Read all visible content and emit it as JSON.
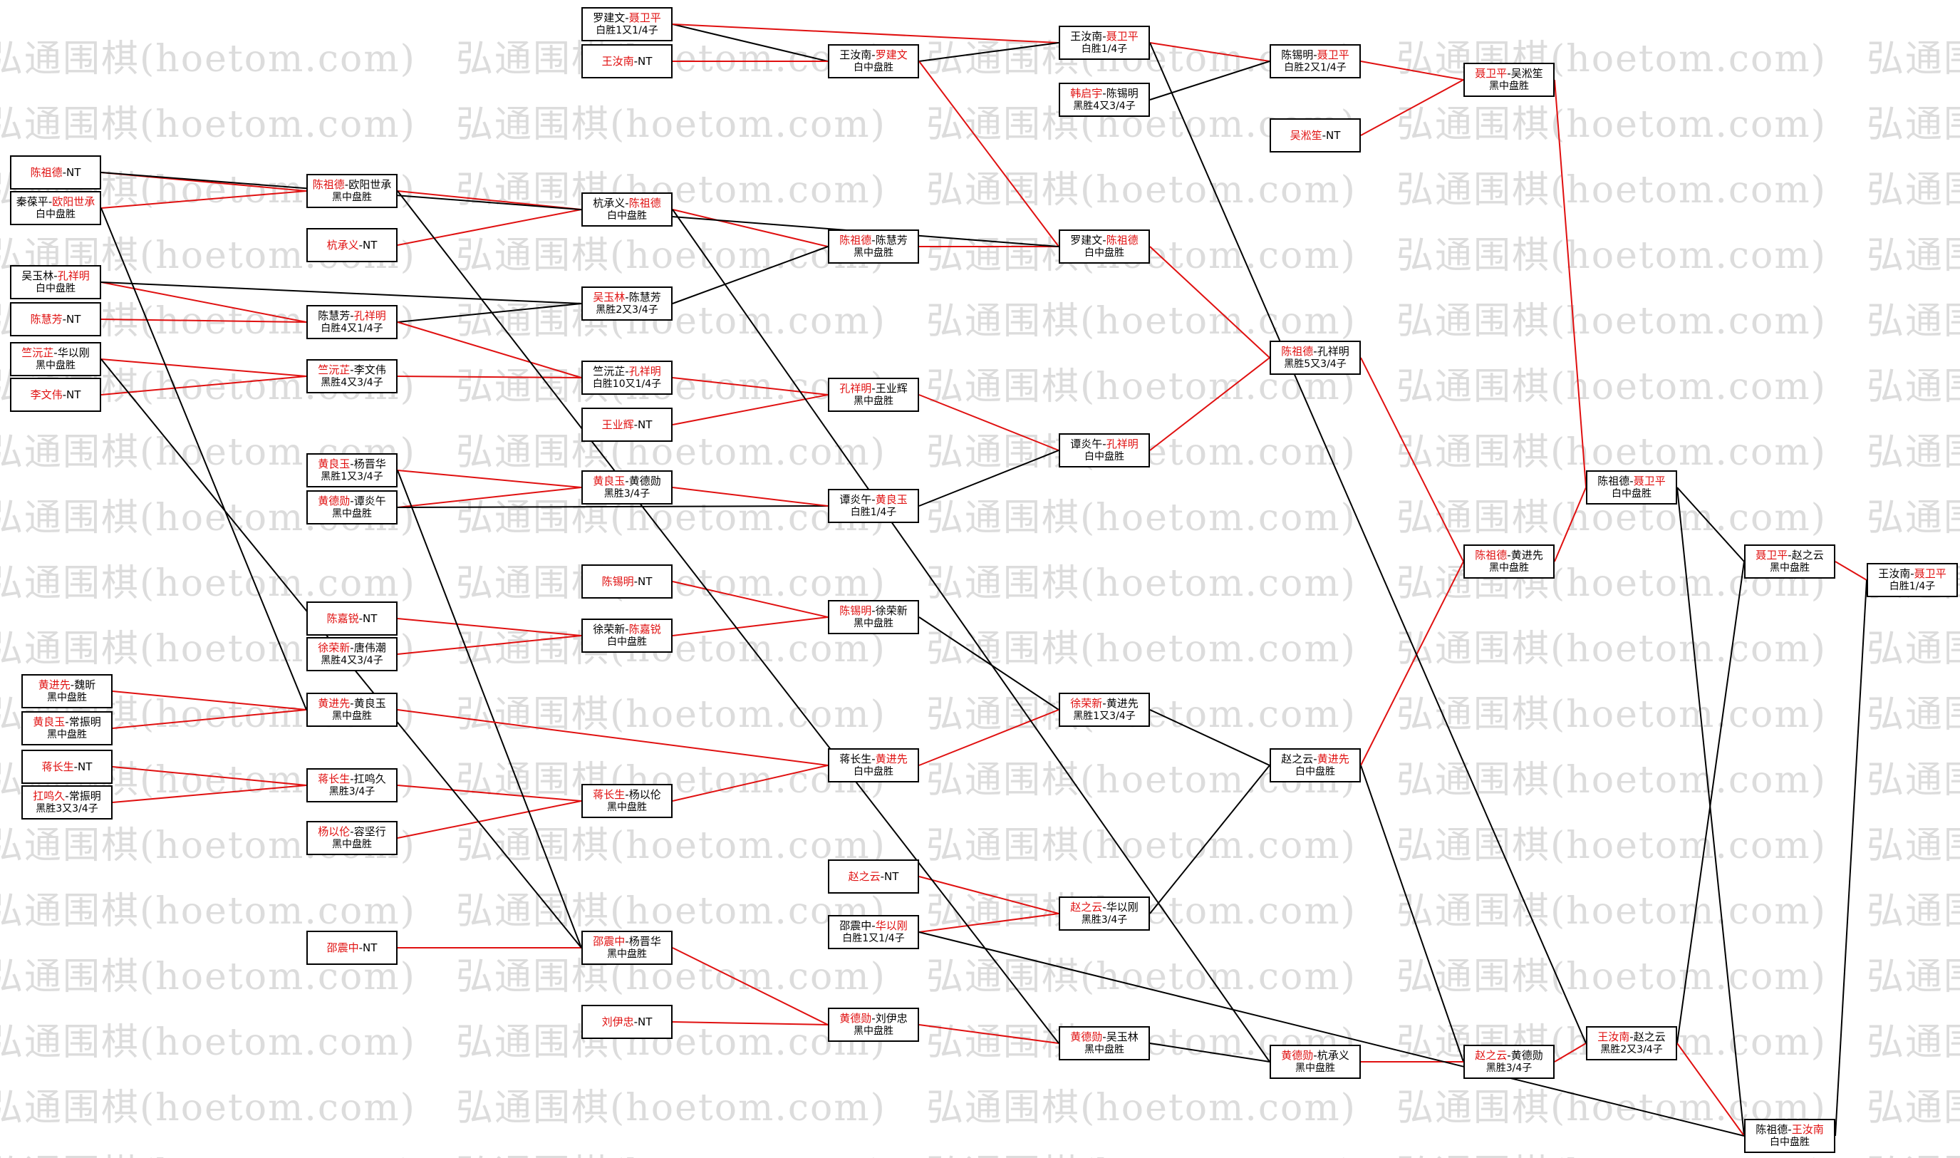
{
  "watermark": "弘通围棋(hoetom.com)",
  "colors": {
    "win_line": "#e01010",
    "loss_line": "#000000",
    "winner_name": "#e01010",
    "loser_name": "#000000"
  },
  "nodes": [
    {
      "id": "r1_01",
      "p1": "陈祖德",
      "p2": "NT",
      "winner": 1,
      "result": ""
    },
    {
      "id": "r1_02",
      "p1": "秦葆平",
      "p2": "欧阳世承",
      "winner": 2,
      "result": "白中盘胜"
    },
    {
      "id": "r1_03",
      "p1": "吴玉林",
      "p2": "孔祥明",
      "winner": 2,
      "result": "白中盘胜"
    },
    {
      "id": "r1_04",
      "p1": "陈慧芳",
      "p2": "NT",
      "winner": 1,
      "result": ""
    },
    {
      "id": "r1_05",
      "p1": "竺沅芷",
      "p2": "华以刚",
      "winner": 1,
      "result": "黑中盘胜"
    },
    {
      "id": "r1_06",
      "p1": "李文伟",
      "p2": "NT",
      "winner": 1,
      "result": ""
    },
    {
      "id": "r1_07",
      "p1": "黄进先",
      "p2": "魏昕",
      "winner": 1,
      "result": "黑中盘胜"
    },
    {
      "id": "r1_08",
      "p1": "黄良玉",
      "p2": "常振明",
      "winner": 1,
      "result": "黑中盘胜"
    },
    {
      "id": "r1_09",
      "p1": "蒋长生",
      "p2": "NT",
      "winner": 1,
      "result": ""
    },
    {
      "id": "r1_10",
      "p1": "扛鸣久",
      "p2": "常振明",
      "winner": 1,
      "result": "黑胜3又3/4子"
    },
    {
      "id": "r2_01",
      "p1": "陈祖德",
      "p2": "欧阳世承",
      "winner": 1,
      "result": "黑中盘胜"
    },
    {
      "id": "r2_02",
      "p1": "杭承义",
      "p2": "NT",
      "winner": 1,
      "result": ""
    },
    {
      "id": "r2_03",
      "p1": "陈慧芳",
      "p2": "孔祥明",
      "winner": 2,
      "result": "白胜4又1/4子"
    },
    {
      "id": "r2_04",
      "p1": "竺沅芷",
      "p2": "李文伟",
      "winner": 1,
      "result": "黑胜4又3/4子"
    },
    {
      "id": "r2_05",
      "p1": "黄良玉",
      "p2": "杨晋华",
      "winner": 1,
      "result": "黑胜1又3/4子"
    },
    {
      "id": "r2_06",
      "p1": "黄德勋",
      "p2": "谭炎午",
      "winner": 1,
      "result": "黑中盘胜"
    },
    {
      "id": "r2_07",
      "p1": "陈嘉锐",
      "p2": "NT",
      "winner": 1,
      "result": ""
    },
    {
      "id": "r2_08",
      "p1": "徐荣新",
      "p2": "唐伟潮",
      "winner": 1,
      "result": "黑胜4又3/4子"
    },
    {
      "id": "r2_09",
      "p1": "黄进先",
      "p2": "黄良玉",
      "winner": 1,
      "result": "黑中盘胜"
    },
    {
      "id": "r2_10",
      "p1": "蒋长生",
      "p2": "扛鸣久",
      "winner": 1,
      "result": "黑胜3/4子"
    },
    {
      "id": "r2_11",
      "p1": "杨以伦",
      "p2": "容坚行",
      "winner": 1,
      "result": "黑中盘胜"
    },
    {
      "id": "r2_12",
      "p1": "邵震中",
      "p2": "NT",
      "winner": 1,
      "result": ""
    },
    {
      "id": "r3_01",
      "p1": "罗建文",
      "p2": "聂卫平",
      "winner": 2,
      "result": "白胜1又1/4子"
    },
    {
      "id": "r3_02",
      "p1": "王汝南",
      "p2": "NT",
      "winner": 1,
      "result": ""
    },
    {
      "id": "r3_03",
      "p1": "杭承义",
      "p2": "陈祖德",
      "winner": 2,
      "result": "白中盘胜"
    },
    {
      "id": "r3_04",
      "p1": "吴玉林",
      "p2": "陈慧芳",
      "winner": 1,
      "result": "黑胜2又3/4子"
    },
    {
      "id": "r3_05",
      "p1": "竺沅芷",
      "p2": "孔祥明",
      "winner": 2,
      "result": "白胜10又1/4子"
    },
    {
      "id": "r3_06",
      "p1": "王业辉",
      "p2": "NT",
      "winner": 1,
      "result": ""
    },
    {
      "id": "r3_07",
      "p1": "黄良玉",
      "p2": "黄德勋",
      "winner": 1,
      "result": "黑胜3/4子"
    },
    {
      "id": "r3_08",
      "p1": "陈锡明",
      "p2": "NT",
      "winner": 1,
      "result": ""
    },
    {
      "id": "r3_09",
      "p1": "徐荣新",
      "p2": "陈嘉锐",
      "winner": 2,
      "result": "白中盘胜"
    },
    {
      "id": "r3_10",
      "p1": "蒋长生",
      "p2": "杨以伦",
      "winner": 1,
      "result": "黑中盘胜"
    },
    {
      "id": "r3_11",
      "p1": "邵震中",
      "p2": "杨晋华",
      "winner": 1,
      "result": "黑中盘胜"
    },
    {
      "id": "r3_12",
      "p1": "刘伊忠",
      "p2": "NT",
      "winner": 1,
      "result": ""
    },
    {
      "id": "r4_01",
      "p1": "王汝南",
      "p2": "罗建文",
      "winner": 2,
      "result": "白中盘胜"
    },
    {
      "id": "r4_02",
      "p1": "陈祖德",
      "p2": "陈慧芳",
      "winner": 1,
      "result": "黑中盘胜"
    },
    {
      "id": "r4_03",
      "p1": "孔祥明",
      "p2": "王业辉",
      "winner": 1,
      "result": "黑中盘胜"
    },
    {
      "id": "r4_04",
      "p1": "谭炎午",
      "p2": "黄良玉",
      "winner": 2,
      "result": "白胜1/4子"
    },
    {
      "id": "r4_05",
      "p1": "陈锡明",
      "p2": "徐荣新",
      "winner": 1,
      "result": "黑中盘胜"
    },
    {
      "id": "r4_06",
      "p1": "蒋长生",
      "p2": "黄进先",
      "winner": 2,
      "result": "白中盘胜"
    },
    {
      "id": "r4_07",
      "p1": "赵之云",
      "p2": "NT",
      "winner": 1,
      "result": ""
    },
    {
      "id": "r4_08",
      "p1": "邵震中",
      "p2": "华以刚",
      "winner": 2,
      "result": "白胜1又1/4子"
    },
    {
      "id": "r4_09",
      "p1": "黄德勋",
      "p2": "刘伊忠",
      "winner": 1,
      "result": "黑中盘胜"
    },
    {
      "id": "r5_01",
      "p1": "王汝南",
      "p2": "聂卫平",
      "winner": 2,
      "result": "白胜1/4子"
    },
    {
      "id": "r5_02",
      "p1": "韩启宇",
      "p2": "陈锡明",
      "winner": 1,
      "result": "黑胜4又3/4子"
    },
    {
      "id": "r5_03",
      "p1": "罗建文",
      "p2": "陈祖德",
      "winner": 2,
      "result": "白中盘胜"
    },
    {
      "id": "r5_04",
      "p1": "谭炎午",
      "p2": "孔祥明",
      "winner": 2,
      "result": "白中盘胜"
    },
    {
      "id": "r5_05",
      "p1": "徐荣新",
      "p2": "黄进先",
      "winner": 1,
      "result": "黑胜1又3/4子"
    },
    {
      "id": "r5_06",
      "p1": "赵之云",
      "p2": "华以刚",
      "winner": 1,
      "result": "黑胜3/4子"
    },
    {
      "id": "r5_07",
      "p1": "黄德勋",
      "p2": "吴玉林",
      "winner": 1,
      "result": "黑中盘胜"
    },
    {
      "id": "r6_01",
      "p1": "陈锡明",
      "p2": "聂卫平",
      "winner": 2,
      "result": "白胜2又1/4子"
    },
    {
      "id": "r6_02",
      "p1": "吴淞笙",
      "p2": "NT",
      "winner": 1,
      "result": ""
    },
    {
      "id": "r6_03",
      "p1": "陈祖德",
      "p2": "孔祥明",
      "winner": 1,
      "result": "黑胜5又3/4子"
    },
    {
      "id": "r6_04",
      "p1": "赵之云",
      "p2": "黄进先",
      "winner": 2,
      "result": "白中盘胜"
    },
    {
      "id": "r6_05",
      "p1": "黄德勋",
      "p2": "杭承义",
      "winner": 1,
      "result": "黑中盘胜"
    },
    {
      "id": "r7_01",
      "p1": "聂卫平",
      "p2": "吴淞笙",
      "winner": 1,
      "result": "黑中盘胜"
    },
    {
      "id": "r7_02",
      "p1": "陈祖德",
      "p2": "黄进先",
      "winner": 1,
      "result": "黑中盘胜"
    },
    {
      "id": "r7_03",
      "p1": "赵之云",
      "p2": "黄德勋",
      "winner": 1,
      "result": "黑胜3/4子"
    },
    {
      "id": "r8_01",
      "p1": "陈祖德",
      "p2": "聂卫平",
      "winner": 2,
      "result": "白中盘胜"
    },
    {
      "id": "r8_02",
      "p1": "王汝南",
      "p2": "赵之云",
      "winner": 1,
      "result": "黑胜2又3/4子"
    },
    {
      "id": "r9_01",
      "p1": "聂卫平",
      "p2": "赵之云",
      "winner": 1,
      "result": "黑中盘胜"
    },
    {
      "id": "r9_02",
      "p1": "陈祖德",
      "p2": "王汝南",
      "winner": 2,
      "result": "白中盘胜"
    },
    {
      "id": "r10_01",
      "p1": "王汝南",
      "p2": "聂卫平",
      "winner": 2,
      "result": "白胜1/4子"
    }
  ],
  "edges": [
    [
      "r1_01",
      "r2_01",
      "win"
    ],
    [
      "r1_02",
      "r2_01",
      "win"
    ],
    [
      "r1_03",
      "r2_03",
      "win"
    ],
    [
      "r1_04",
      "r2_03",
      "win"
    ],
    [
      "r1_05",
      "r2_04",
      "win"
    ],
    [
      "r1_06",
      "r2_04",
      "win"
    ],
    [
      "r1_07",
      "r2_09",
      "win"
    ],
    [
      "r1_08",
      "r2_09",
      "win"
    ],
    [
      "r1_09",
      "r2_10",
      "win"
    ],
    [
      "r1_10",
      "r2_10",
      "win"
    ],
    [
      "r2_01",
      "r3_03",
      "win"
    ],
    [
      "r2_02",
      "r3_03",
      "win"
    ],
    [
      "r2_03",
      "r3_04",
      "loss"
    ],
    [
      "r2_03",
      "r3_05",
      "win"
    ],
    [
      "r1_03",
      "r3_04",
      "loss"
    ],
    [
      "r2_04",
      "r3_05",
      "win"
    ],
    [
      "r2_05",
      "r3_07",
      "win"
    ],
    [
      "r2_06",
      "r3_07",
      "win"
    ],
    [
      "r2_06",
      "r4_04",
      "loss"
    ],
    [
      "r2_07",
      "r3_09",
      "win"
    ],
    [
      "r2_08",
      "r3_09",
      "win"
    ],
    [
      "r2_10",
      "r3_10",
      "win"
    ],
    [
      "r2_11",
      "r3_10",
      "win"
    ],
    [
      "r2_12",
      "r3_11",
      "win"
    ],
    [
      "r2_05",
      "r3_11",
      "loss"
    ],
    [
      "r3_01",
      "r4_01",
      "loss"
    ],
    [
      "r3_02",
      "r4_01",
      "win"
    ],
    [
      "r3_01",
      "r5_01",
      "win"
    ],
    [
      "r3_03",
      "r4_02",
      "win"
    ],
    [
      "r3_04",
      "r4_02",
      "loss"
    ],
    [
      "r3_05",
      "r4_03",
      "win"
    ],
    [
      "r3_06",
      "r4_03",
      "win"
    ],
    [
      "r3_07",
      "r4_04",
      "win"
    ],
    [
      "r3_08",
      "r4_05",
      "win"
    ],
    [
      "r3_09",
      "r4_05",
      "win"
    ],
    [
      "r2_09",
      "r4_06",
      "win"
    ],
    [
      "r3_10",
      "r4_06",
      "win"
    ],
    [
      "r3_11",
      "r4_09",
      "win"
    ],
    [
      "r3_12",
      "r4_09",
      "win"
    ],
    [
      "r4_01",
      "r5_01",
      "loss"
    ],
    [
      "r4_01",
      "r5_03",
      "win"
    ],
    [
      "r4_02",
      "r5_03",
      "win"
    ],
    [
      "r4_03",
      "r5_04",
      "win"
    ],
    [
      "r4_04",
      "r5_04",
      "loss"
    ],
    [
      "r4_05",
      "r5_05",
      "loss"
    ],
    [
      "r4_06",
      "r5_05",
      "win"
    ],
    [
      "r4_07",
      "r5_06",
      "win"
    ],
    [
      "r4_08",
      "r5_06",
      "win"
    ],
    [
      "r4_09",
      "r5_07",
      "win"
    ],
    [
      "r5_01",
      "r6_01",
      "win"
    ],
    [
      "r5_02",
      "r6_01",
      "loss"
    ],
    [
      "r5_03",
      "r6_03",
      "win"
    ],
    [
      "r5_04",
      "r6_03",
      "win"
    ],
    [
      "r5_05",
      "r6_04",
      "loss"
    ],
    [
      "r5_06",
      "r6_04",
      "loss"
    ],
    [
      "r5_07",
      "r6_05",
      "loss"
    ],
    [
      "r3_03",
      "r6_05",
      "loss"
    ],
    [
      "r6_01",
      "r7_01",
      "win"
    ],
    [
      "r6_02",
      "r7_01",
      "win"
    ],
    [
      "r6_03",
      "r7_02",
      "win"
    ],
    [
      "r6_04",
      "r7_02",
      "win"
    ],
    [
      "r6_04",
      "r7_03",
      "loss"
    ],
    [
      "r6_05",
      "r7_03",
      "win"
    ],
    [
      "r7_01",
      "r8_01",
      "win"
    ],
    [
      "r7_02",
      "r8_01",
      "win"
    ],
    [
      "r7_03",
      "r8_02",
      "win"
    ],
    [
      "r5_01",
      "r8_02",
      "loss"
    ],
    [
      "r8_01",
      "r9_01",
      "loss"
    ],
    [
      "r8_02",
      "r9_01",
      "loss"
    ],
    [
      "r8_01",
      "r9_02",
      "loss"
    ],
    [
      "r8_02",
      "r9_02",
      "win"
    ],
    [
      "r9_01",
      "r10_01",
      "win"
    ],
    [
      "r9_02",
      "r10_01",
      "loss"
    ],
    [
      "r1_01",
      "r5_03",
      "loss"
    ],
    [
      "r1_02",
      "r2_09",
      "loss"
    ],
    [
      "r1_05",
      "r3_11",
      "loss"
    ],
    [
      "r2_01",
      "r5_07",
      "loss"
    ],
    [
      "r4_08",
      "r9_02",
      "loss"
    ]
  ]
}
